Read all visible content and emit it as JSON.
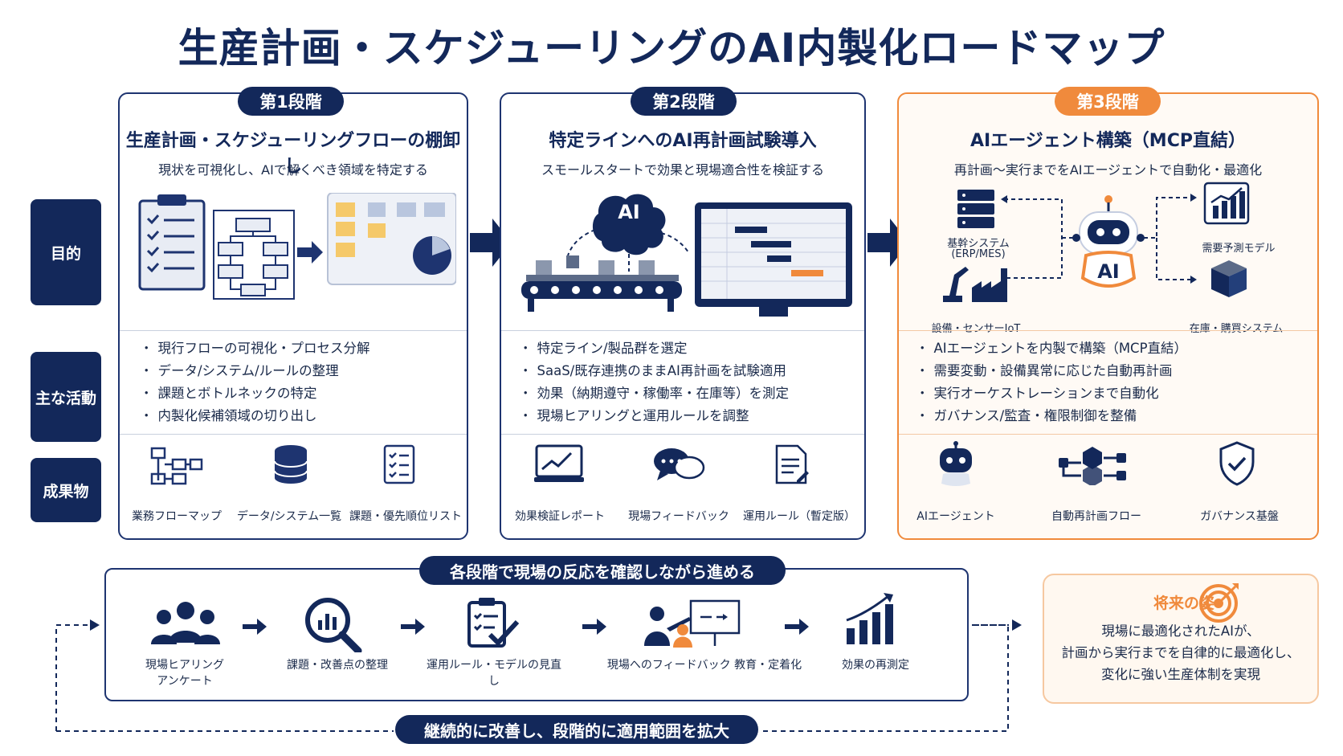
{
  "title": "生産計画・スケジューリングのAI内製化ロードマップ",
  "row_labels": {
    "purpose": "目的",
    "activities": "主な活動",
    "deliverables": "成果物"
  },
  "phases": [
    {
      "badge": "第1段階",
      "title": "生産計画・スケジューリングフローの棚卸し",
      "subtitle": "現状を可視化し、AIで解くべき領域を特定する",
      "activities": [
        "現行フローの可視化・プロセス分解",
        "データ/システム/ルールの整理",
        "課題とボトルネックの特定",
        "内製化候補領域の切り出し"
      ],
      "deliverables": [
        "業務フローマップ",
        "データ/システム一覧",
        "課題・優先順位リスト"
      ]
    },
    {
      "badge": "第2段階",
      "title": "特定ラインへのAI再計画試験導入",
      "subtitle": "スモールスタートで効果と現場適合性を検証する",
      "ai_label": "AI",
      "activities": [
        "特定ライン/製品群を選定",
        "SaaS/既存連携のままAI再計画を試験適用",
        "効果（納期遵守・稼働率・在庫等）を測定",
        "現場ヒアリングと運用ルールを調整"
      ],
      "deliverables": [
        "効果検証レポート",
        "現場フィードバック",
        "運用ルール（暫定版）"
      ]
    },
    {
      "badge": "第3段階",
      "title": "AIエージェント構築（MCP直結）",
      "subtitle": "再計画〜実行までをAIエージェントで自動化・最適化",
      "ai_label": "AI",
      "nodes": {
        "core_system": "基幹システム",
        "core_system_sub": "(ERP/MES)",
        "equipment": "設備・センサーIoT",
        "demand": "需要予測モデル",
        "inventory": "在庫・購買システム"
      },
      "activities": [
        "AIエージェントを内製で構築（MCP直結）",
        "需要変動・設備異常に応じた自動再計画",
        "実行オーケストレーションまで自動化",
        "ガバナンス/監査・権限制御を整備"
      ],
      "deliverables": [
        "AIエージェント",
        "自動再計画フロー",
        "ガバナンス基盤"
      ]
    }
  ],
  "cycle": {
    "banner": "各段階で現場の反応を確認しながら進める",
    "steps": [
      {
        "line1": "現場ヒアリング",
        "line2": "アンケート"
      },
      {
        "line1": "課題・改善点の整理",
        "line2": ""
      },
      {
        "line1": "運用ルール・モデルの見直し",
        "line2": ""
      },
      {
        "line1": "現場へのフィードバック  教育・定着化",
        "line2": ""
      },
      {
        "line1": "効果の再測定",
        "line2": ""
      }
    ],
    "bottom_banner": "継続的に改善し、段階的に適用範囲を拡大"
  },
  "future": {
    "title": "将来の姿",
    "lines": [
      "現場に最適化されたAIが、",
      "計画から実行までを自律的に最適化し、",
      "変化に強い生産体制を実現"
    ]
  },
  "colors": {
    "navy": "#13285a",
    "orange": "#f08a3c",
    "light_orange": "#fff8f0"
  }
}
